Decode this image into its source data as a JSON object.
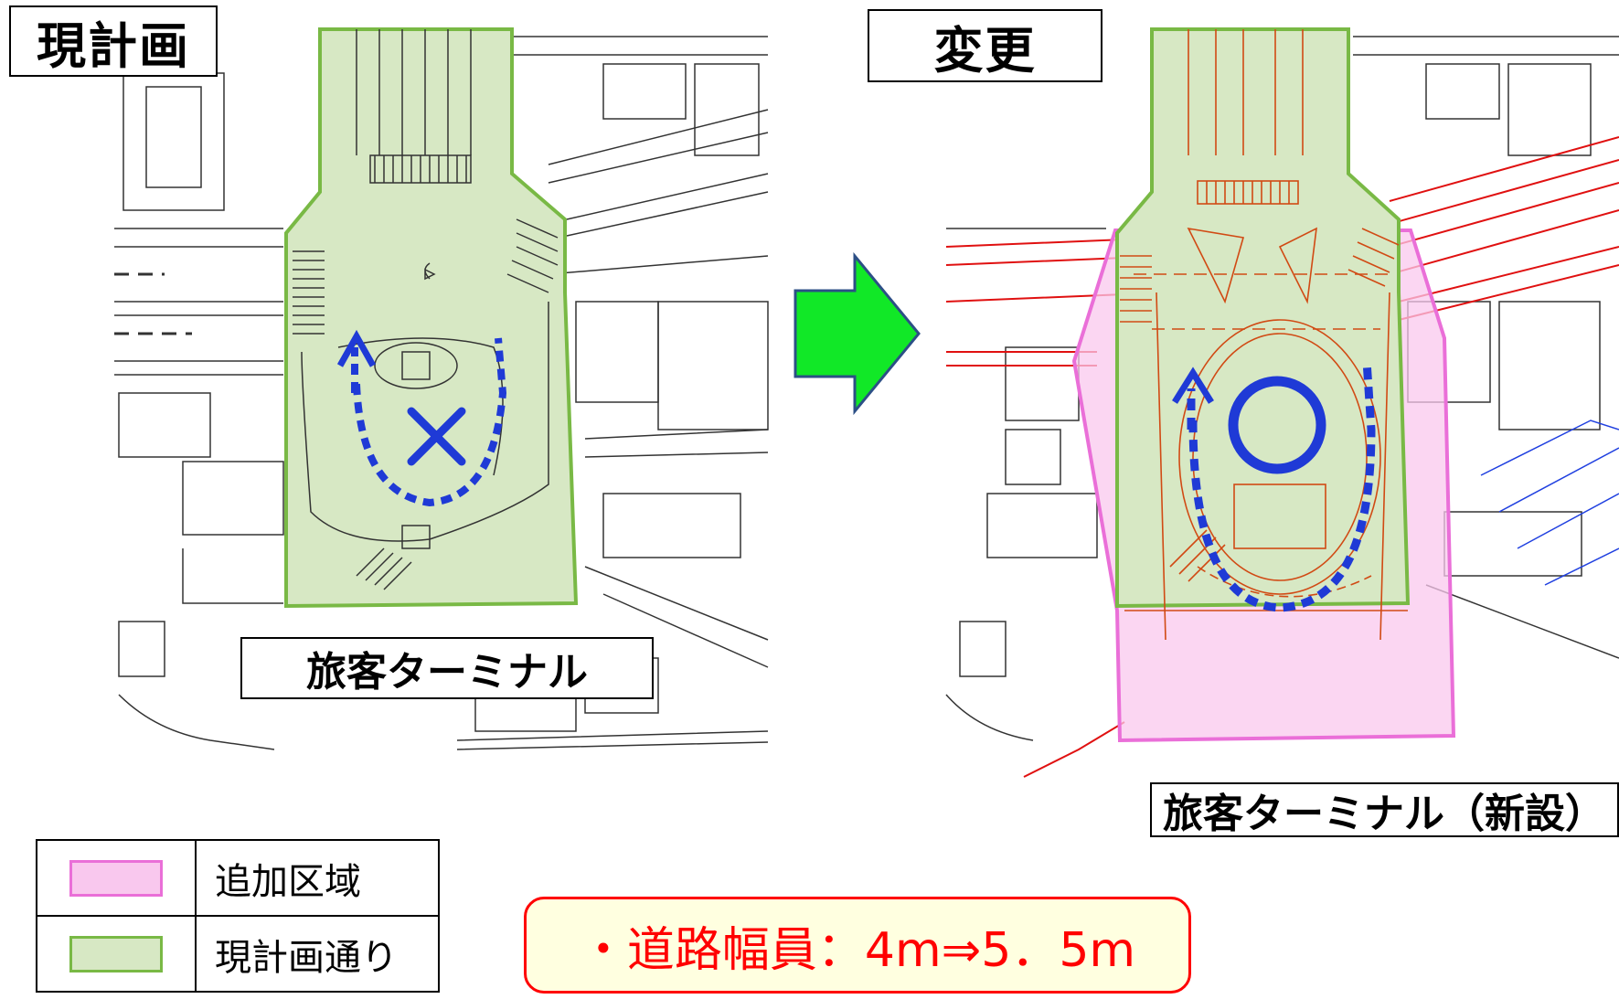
{
  "panels": {
    "current": {
      "title": "現計画",
      "terminal_label": "旅客ターミナル"
    },
    "changed": {
      "title": "変更",
      "terminal_label": "旅客ターミナル（新設）"
    }
  },
  "legend": [
    {
      "label": "追加区域",
      "swatch": "pink"
    },
    {
      "label": "現計画通り",
      "swatch": "green"
    }
  ],
  "note": "・道路幅員：4m⇒5．5m",
  "colors": {
    "green_fill": "#d7e8c4",
    "green_border": "#79b945",
    "pink_fill": "#f9c8ee",
    "pink_border": "#ea6fd8",
    "route_blue": "#1f3ad6",
    "arrow_green": "#11e827",
    "note_red": "#ff0000",
    "note_bg": "#ffffe0"
  },
  "icons": {
    "current_mark": "cross-icon",
    "changed_mark": "circle-icon",
    "transition": "right-arrow-icon"
  }
}
